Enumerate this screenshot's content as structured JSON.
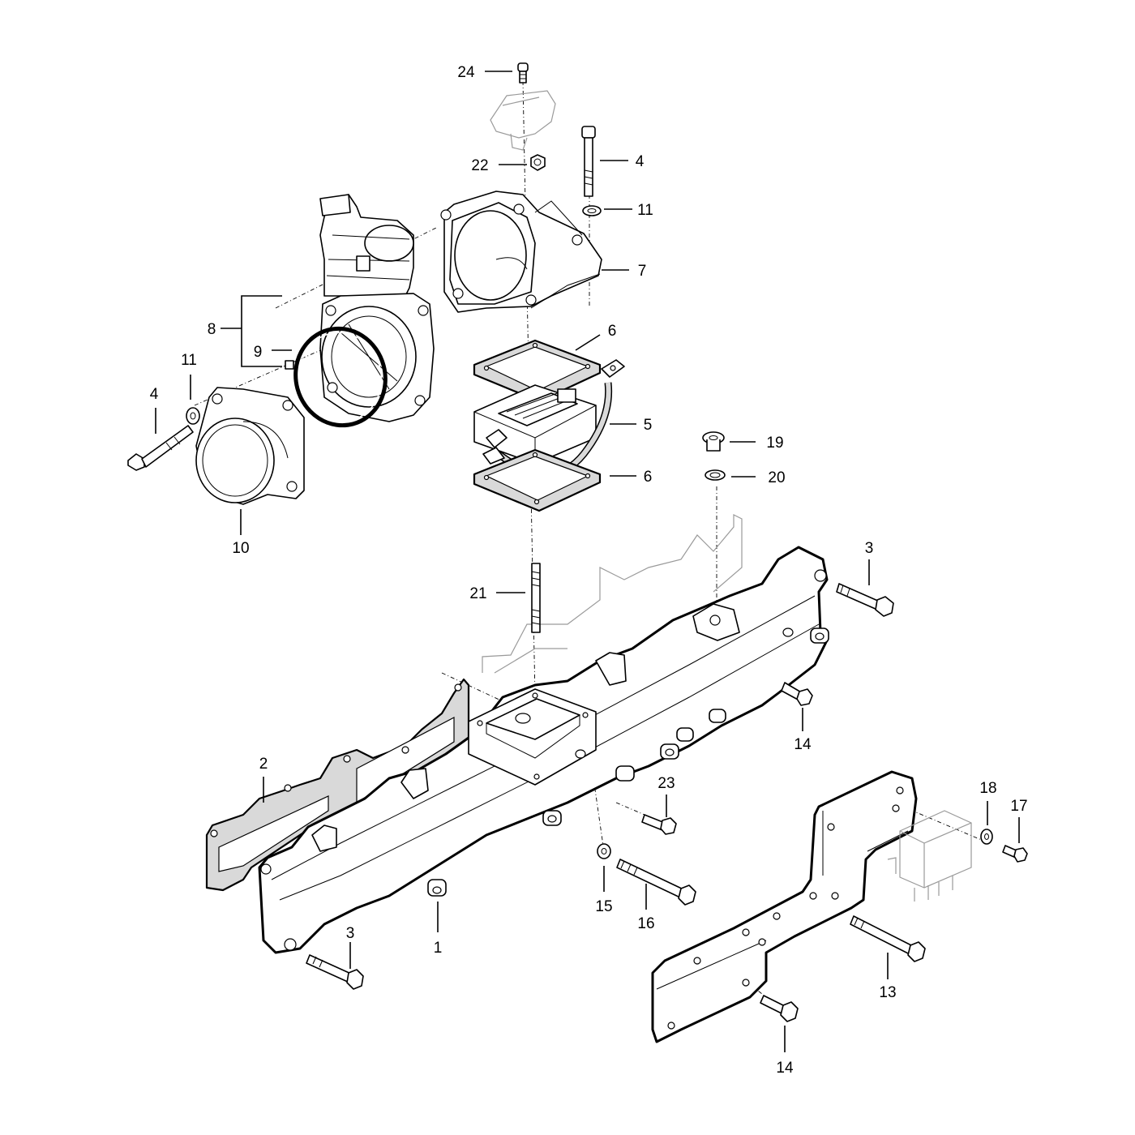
{
  "callouts": {
    "c1": "1",
    "c2": "2",
    "c3a": "3",
    "c3b": "3",
    "c4a": "4",
    "c4b": "4",
    "c5": "5",
    "c6a": "6",
    "c6b": "6",
    "c7": "7",
    "c8": "8",
    "c9": "9",
    "c10": "10",
    "c11a": "11",
    "c11b": "11",
    "c13": "13",
    "c14a": "14",
    "c14b": "14",
    "c15": "15",
    "c16": "16",
    "c17": "17",
    "c18": "18",
    "c19": "19",
    "c20": "20",
    "c21": "21",
    "c22": "22",
    "c23": "23",
    "c24": "24"
  },
  "colors": {
    "line": "#000000",
    "gasket_fill": "#d9d9d9",
    "ghost_line": "#9a9a9a",
    "background": "#ffffff"
  }
}
